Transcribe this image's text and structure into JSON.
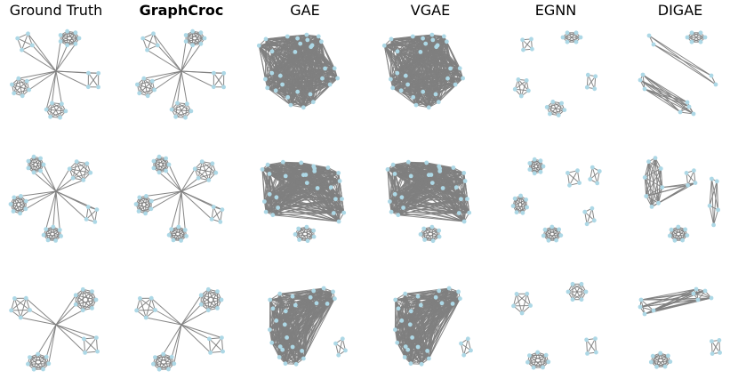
{
  "columns": [
    {
      "title": "Ground Truth",
      "bold": false,
      "kind": "gt"
    },
    {
      "title": "GraphCroc",
      "bold": true,
      "kind": "gt"
    },
    {
      "title": "GAE",
      "bold": false,
      "kind": "gae"
    },
    {
      "title": "VGAE",
      "bold": false,
      "kind": "gae"
    },
    {
      "title": "EGNN",
      "bold": false,
      "kind": "egnn"
    },
    {
      "title": "DIGAE",
      "bold": false,
      "kind": "digae"
    }
  ],
  "rows": 3,
  "colors": {
    "edge": "#808080",
    "node": "#add8e6"
  }
}
